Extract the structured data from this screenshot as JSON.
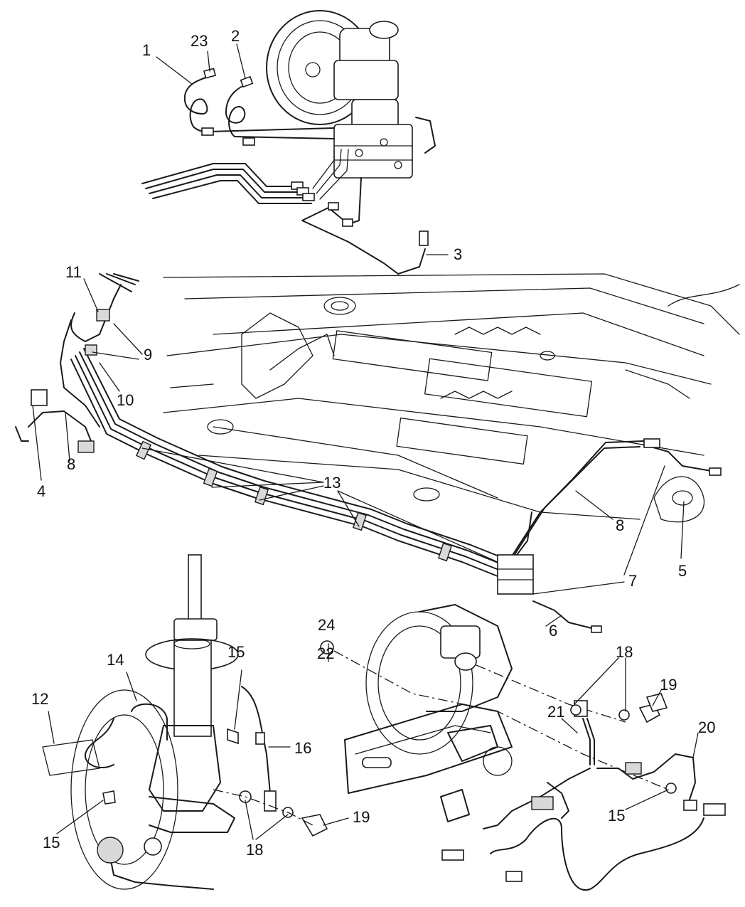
{
  "callouts": [
    {
      "id": "1",
      "text": "1"
    },
    {
      "id": "23",
      "text": "23"
    },
    {
      "id": "2",
      "text": "2"
    },
    {
      "id": "3",
      "text": "3"
    },
    {
      "id": "11",
      "text": "11"
    },
    {
      "id": "9",
      "text": "9"
    },
    {
      "id": "10",
      "text": "10"
    },
    {
      "id": "4",
      "text": "4"
    },
    {
      "id": "8a",
      "text": "8"
    },
    {
      "id": "13",
      "text": "13"
    },
    {
      "id": "8b",
      "text": "8"
    },
    {
      "id": "5",
      "text": "5"
    },
    {
      "id": "7a",
      "text": "7"
    },
    {
      "id": "7b",
      "text": "7"
    },
    {
      "id": "6",
      "text": "6"
    },
    {
      "id": "24",
      "text": "24"
    },
    {
      "id": "22",
      "text": "22"
    },
    {
      "id": "18a",
      "text": "18"
    },
    {
      "id": "19a",
      "text": "19"
    },
    {
      "id": "21",
      "text": "21"
    },
    {
      "id": "20",
      "text": "20"
    },
    {
      "id": "15a",
      "text": "15"
    },
    {
      "id": "14",
      "text": "14"
    },
    {
      "id": "15b",
      "text": "15"
    },
    {
      "id": "16",
      "text": "16"
    },
    {
      "id": "12",
      "text": "12"
    },
    {
      "id": "15c",
      "text": "15"
    },
    {
      "id": "18b",
      "text": "18"
    },
    {
      "id": "19b",
      "text": "19"
    }
  ]
}
